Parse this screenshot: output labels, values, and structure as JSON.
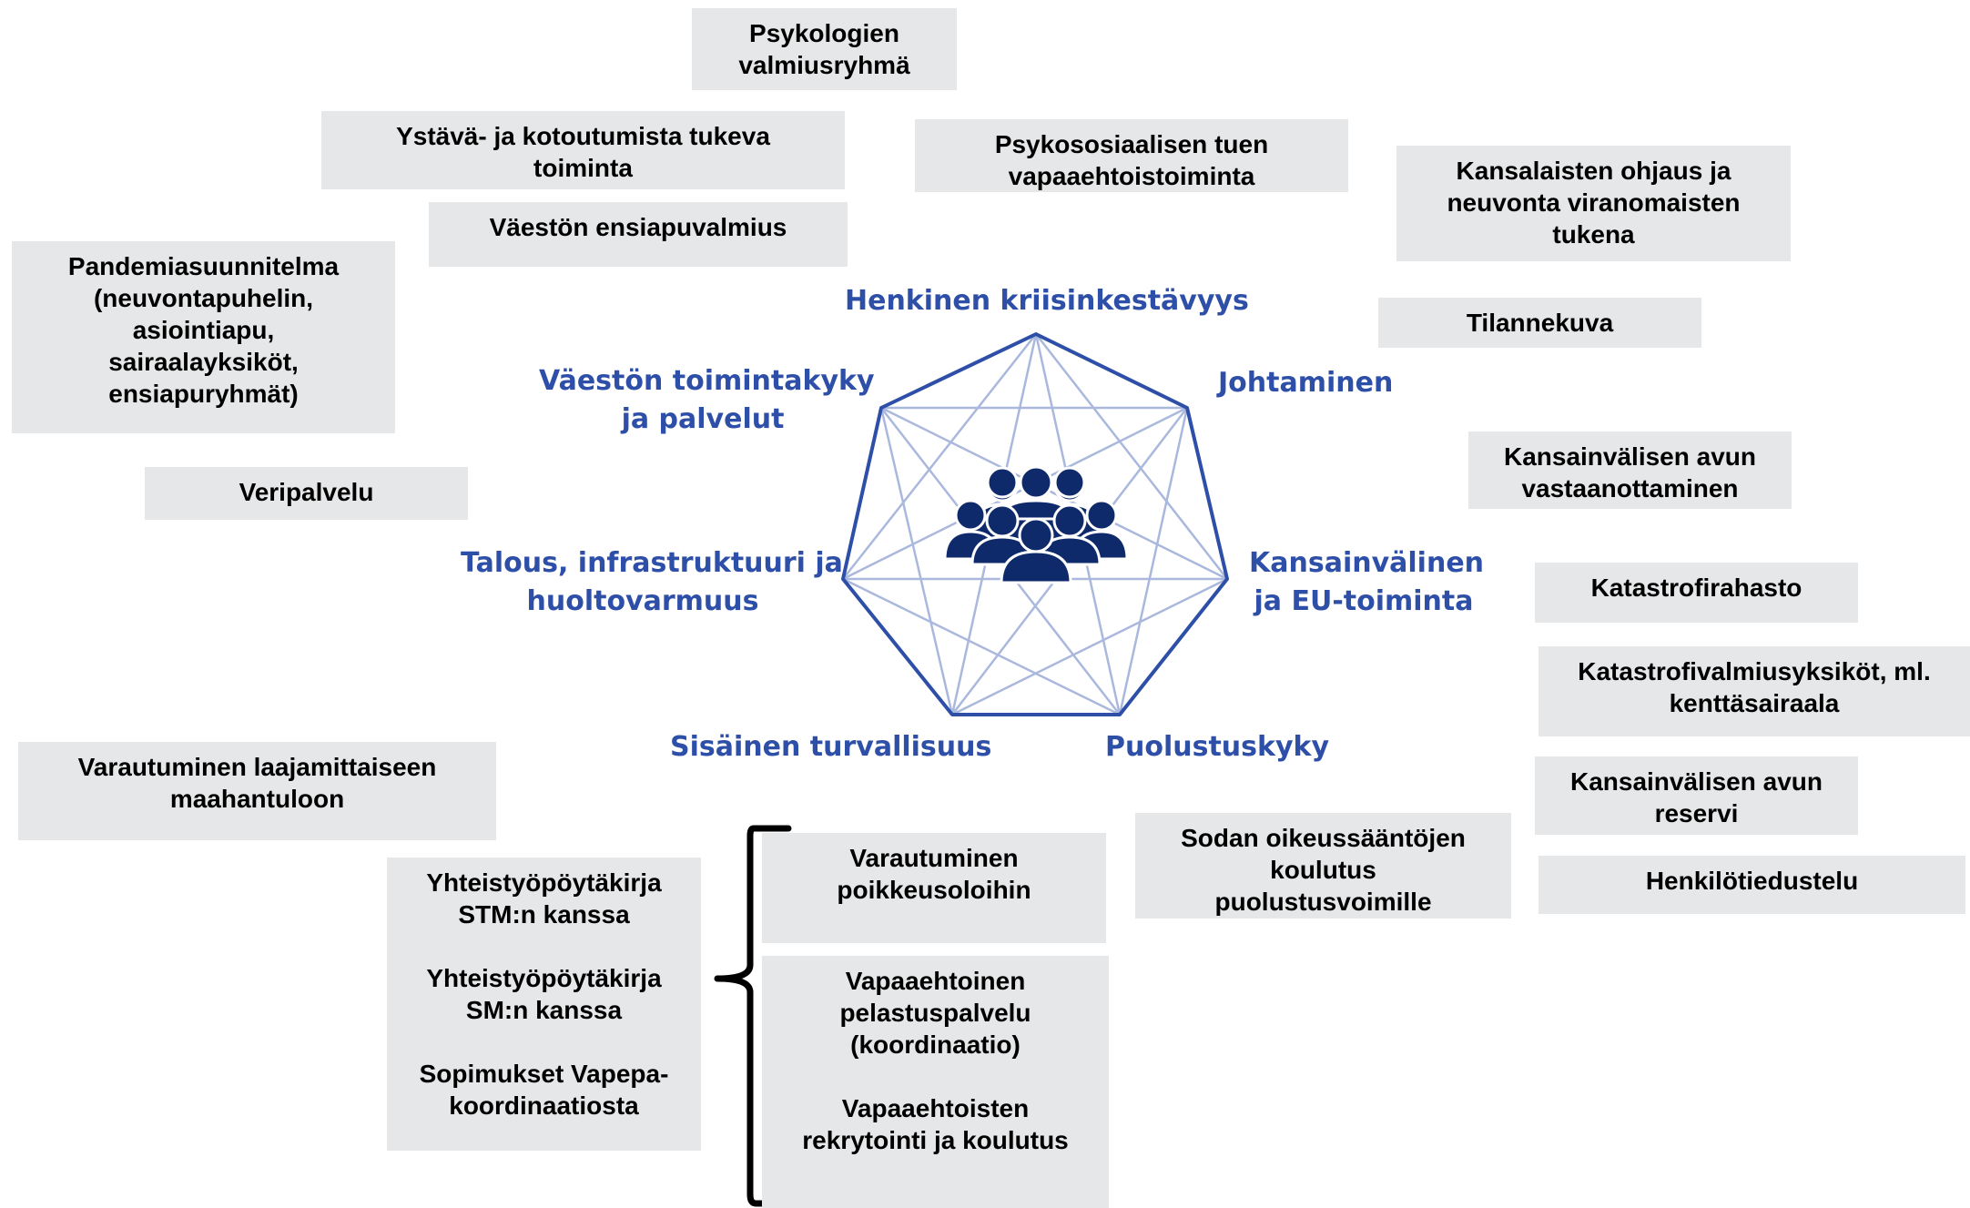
{
  "diagram": {
    "center_icon": "people-group-icon",
    "colors": {
      "label": "#2e4fa8",
      "outline": "#2e4fa8",
      "chords": "#a9b8dc",
      "icon": "#0f2a6b",
      "box": "#e6e7e8",
      "text": "#000000"
    },
    "heptagon_labels": {
      "top": "Henkinen kriisinkestävyys",
      "upper_left_1": "Väestön toimintakyky",
      "upper_left_2": "ja palvelut",
      "upper_right": "Johtaminen",
      "left_1": "Talous, infrastruktuuri ja",
      "left_2": "huoltovarmuus",
      "right_1": "Kansainvälinen",
      "right_2": "ja EU-toiminta",
      "bottom_left": "Sisäinen turvallisuus",
      "bottom_right": "Puolustuskyky"
    },
    "boxes": {
      "psykologien": "Psykologien\nvalmiusryhmä",
      "ystava": "Ystävä- ja kotoutumista tukeva\ntoiminta",
      "psykososiaalisen": "Psykososiaalisen  tuen\nvapaaehtoistoiminta",
      "kansalaisten": "Kansalaisten ohjaus ja\nneuvonta viranomaisten\ntukena",
      "ensiapuvalmius": "Väestön ensiapuvalmius",
      "pandemia": "Pandemiasuunnitelma\n(neuvontapuhelin,\nasiointiapu,\nsairaalayksiköt,\nensiapuryhmät)",
      "tilannekuva": "Tilannekuva",
      "veripalvelu": "Veripalvelu",
      "avun_vastaanottaminen": "Kansainvälisen avun\nvastaanottaminen",
      "katastrofirahasto": "Katastrofirahasto",
      "katastrofivalmius": "Katastrofivalmiusyksiköt, ml.\nkenttäsairaala",
      "maahantulo": "Varautuminen laajamittaiseen\nmaahantuloon",
      "avun_reservi": "Kansainvälisen avun\nreservi",
      "sodan": "Sodan oikeussääntöjen\nkoulutus\npuolustusvoimille",
      "henkilotiedustelu": "Henkilötiedustelu",
      "poikkeusolot": "Varautuminen\npoikkeusoloihin",
      "yhteistyo_stm": "Yhteistyöpöytäkirja\nSTM:n kanssa",
      "yhteistyo_sm": "Yhteistyöpöytäkirja\nSM:n kanssa",
      "sopimukset": "Sopimukset Vapepa-\nkoordinaatiosta",
      "vapepa_palvelu": "Vapaaehtoinen\npelastuspalvelu\n(koordinaatio)",
      "rekrytointi": "Vapaaehtoisten\nrekrytointi ja koulutus"
    }
  }
}
